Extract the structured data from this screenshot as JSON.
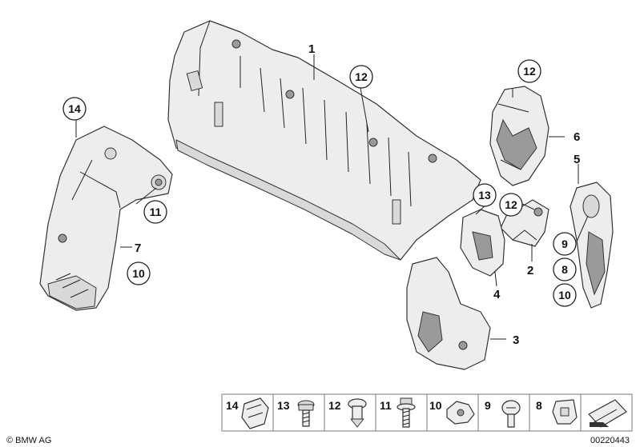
{
  "callouts": {
    "c1": "1",
    "c12a": "12",
    "c14": "14",
    "c11": "11",
    "c7": "7",
    "c10a": "10",
    "c12b": "12",
    "c6": "6",
    "c5": "5",
    "c13": "13",
    "c12c": "12",
    "c9": "9",
    "c8": "8",
    "c10b": "10",
    "c2": "2",
    "c4": "4",
    "c3": "3"
  },
  "legend": [
    {
      "label": "14",
      "icon": "clip-nut-icon"
    },
    {
      "label": "13",
      "icon": "hex-bolt-icon"
    },
    {
      "label": "12",
      "icon": "expanding-rivet-icon"
    },
    {
      "label": "11",
      "icon": "flange-screw-icon"
    },
    {
      "label": "10",
      "icon": "plastic-nut-icon"
    },
    {
      "label": "9",
      "icon": "pan-head-screw-icon"
    },
    {
      "label": "8",
      "icon": "clip-icon"
    },
    {
      "label": "",
      "icon": "arrow-icon"
    }
  ],
  "footer": {
    "brand": "© BMW AG",
    "doc_number": "00220443"
  }
}
